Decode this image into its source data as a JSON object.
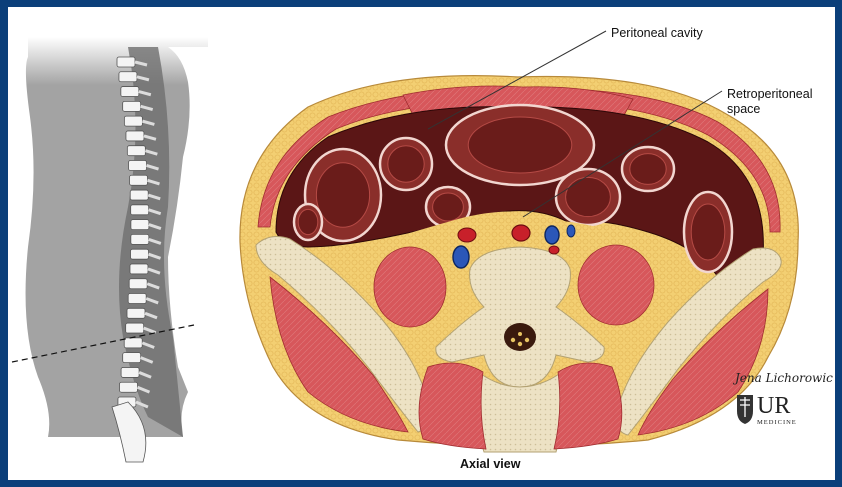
{
  "labels": {
    "peritoneal_cavity": "Peritoneal cavity",
    "retroperitoneal_line1": "Retroperitoneal",
    "retroperitoneal_line2": "space",
    "caption": "Axial view"
  },
  "logo": {
    "signature": "Jena Lichorowic",
    "org_initials": "UR",
    "org_subtitle": "MEDICINE"
  },
  "colors": {
    "frame": "#0b3f7a",
    "fat": "#f3cf72",
    "muscle": "#d7575b",
    "peritoneal_cavity": "#5b1616",
    "bone": "#ede2c4",
    "artery": "#c8202a",
    "vein": "#2b57b8",
    "silhouette": "#9a9a9a"
  }
}
